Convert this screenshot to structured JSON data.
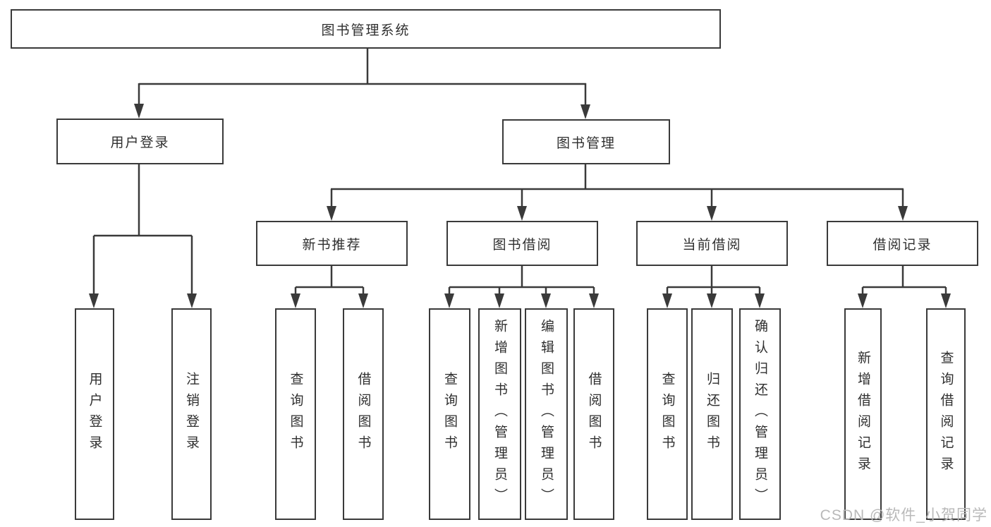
{
  "title": {
    "root": "图书管理系统"
  },
  "nodes": {
    "user_login": "用户登录",
    "book_mgmt": "图书管理",
    "new_book_rec": "新书推荐",
    "book_borrow": "图书借阅",
    "current_borrow": "当前借阅",
    "borrow_records": "借阅记录"
  },
  "leaves": {
    "login": [
      "用户登录",
      "注销登录"
    ],
    "new_book": [
      "查询图书",
      "借阅图书"
    ],
    "borrow": [
      "查询图书",
      "新增图书（管理员）",
      "编辑图书（管理员）",
      "借阅图书"
    ],
    "current": [
      "查询图书",
      "归还图书",
      "确认归还（管理员）"
    ],
    "records": [
      "新增借阅记录",
      "查询借阅记录"
    ]
  },
  "watermark": {
    "text": "CSDN @软件_小贺同学"
  },
  "colors": {
    "line": "#3a3a3a",
    "box_fill": "#ffffff",
    "text": "#2f2f2f",
    "watermark": "#b9b9b9"
  }
}
